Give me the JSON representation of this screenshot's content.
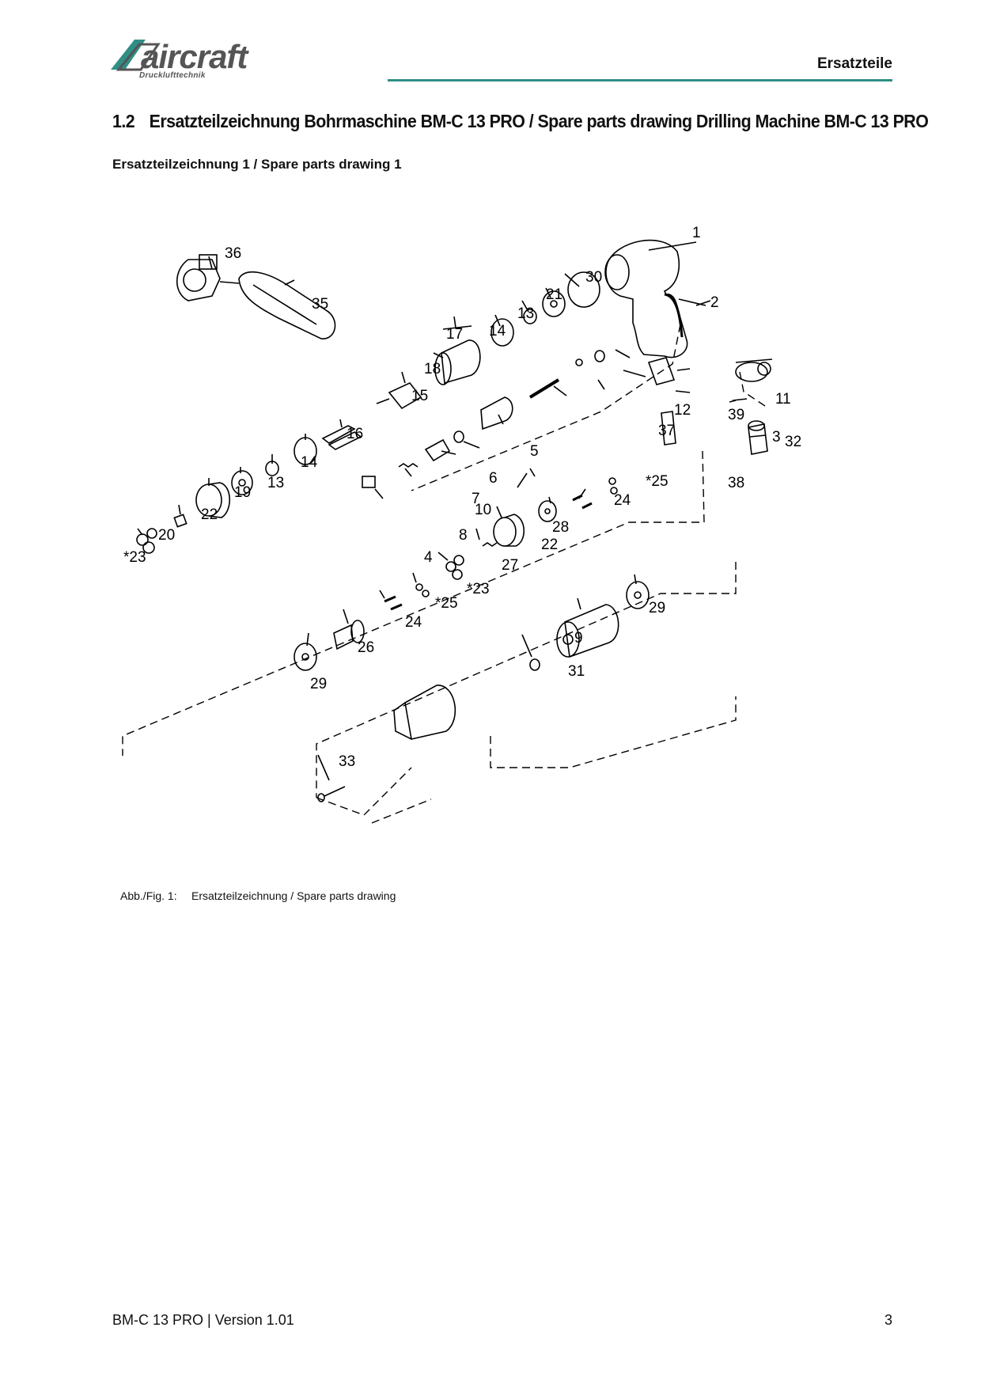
{
  "header": {
    "logo_text": "aircraft",
    "logo_subtext": "Drucklufttechnik",
    "section_name": "Ersatzteile",
    "accent_color": "#2f8f86"
  },
  "section": {
    "number": "1.2",
    "title": "Ersatzteilzeichnung Bohrmaschine BM-C 13 PRO / Spare parts drawing Drilling Machine BM-C 13 PRO"
  },
  "subsection_title": "Ersatzteilzeichnung 1 / Spare parts drawing 1",
  "drawing": {
    "part_labels": [
      "1",
      "2",
      "3",
      "4",
      "5",
      "6",
      "7",
      "8",
      "9",
      "10",
      "11",
      "12",
      "13",
      "14",
      "15",
      "16",
      "17",
      "18",
      "19",
      "20",
      "21",
      "22",
      "*23",
      "24",
      "*25",
      "26",
      "27",
      "28",
      "29",
      "30",
      "31",
      "32",
      "33",
      "35",
      "36",
      "37",
      "38",
      "39",
      "13",
      "14",
      "22",
      "*23",
      "24",
      "*25",
      "29"
    ]
  },
  "caption": {
    "label": "Abb./Fig. 1:",
    "text": "Ersatzteilzeichnung / Spare parts drawing"
  },
  "footer": {
    "document": "BM-C 13 PRO | Version 1.01",
    "page": "3"
  }
}
